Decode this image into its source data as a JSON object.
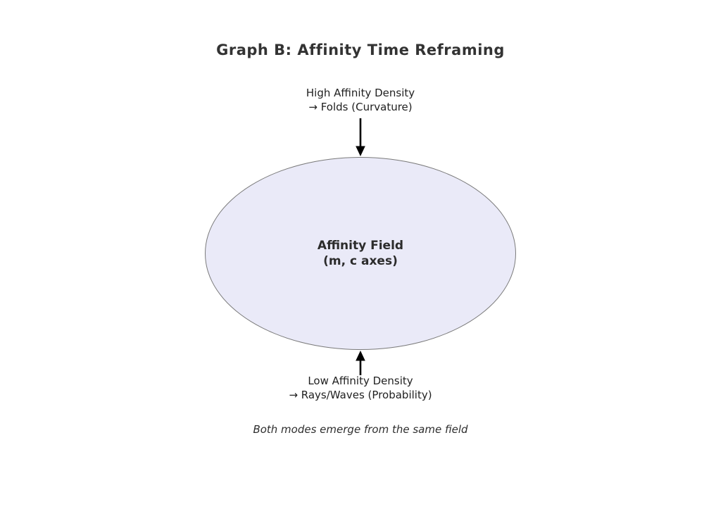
{
  "title": "Graph B: Affinity Time Reframing",
  "top_annotation": {
    "line1": "High Affinity Density",
    "line2": "→ Folds (Curvature)"
  },
  "ellipse": {
    "label_line1": "Affinity Field",
    "label_line2": "(m, c axes)"
  },
  "bottom_annotation": {
    "line1": "Low Affinity Density",
    "line2": "→ Rays/Waves (Probability)"
  },
  "caption": "Both modes emerge from the same field",
  "icons": {
    "down_arrow": "down-arrow-icon",
    "up_arrow": "up-arrow-icon"
  },
  "colors": {
    "background": "#ffffff",
    "text": "#262626",
    "ellipse_fill": "#eaeaf8",
    "ellipse_border": "#7a7a7a",
    "arrow": "#000000"
  }
}
